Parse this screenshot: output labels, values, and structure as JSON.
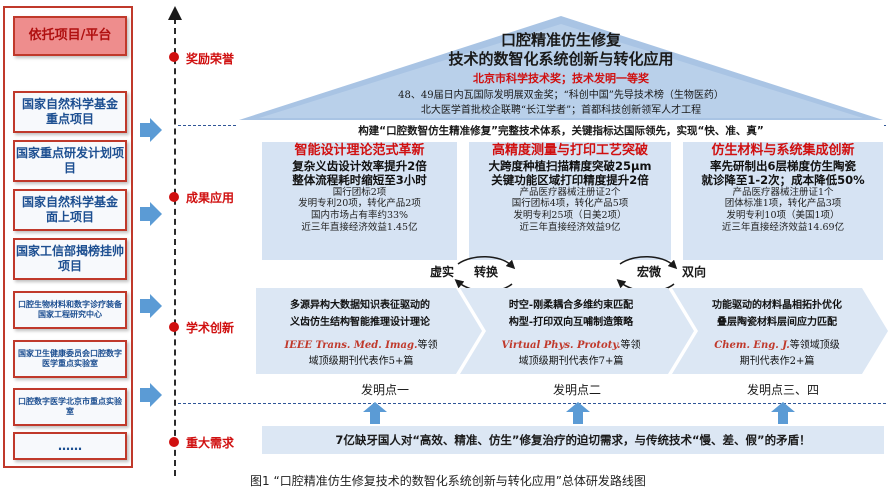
{
  "left_column": {
    "header": "依托项目/平台",
    "items": [
      "国家自然科学基金 重点项目",
      "国家重点研发计划项目",
      "国家自然科学基金 面上项目",
      "国家工信部揭榜挂帅项目",
      "口腔生物材料和数字诊疗装备 国家工程研究中心",
      "国家卫生健康委员会口腔数字医学重点实验室",
      "口腔数字医学北京市重点实验室",
      "……"
    ]
  },
  "axis": {
    "awards": "奖励荣誉",
    "results": "成果应用",
    "academic": "学术创新",
    "needs": "重大需求"
  },
  "roof": {
    "title1": "口腔精准仿生修复",
    "title2": "技术的数智化系统创新与转化应用",
    "award_red": "北京市科学技术奖；技术发明一等奖",
    "award_line2": "48、49届日内瓦国际发明展双金奖；“科创中国”先导技术榜（生物医药）",
    "award_line3": "北大医学首批校企联聘“长江学者”；首都科技创新领军人才工程"
  },
  "banner": "构建“口腔数智仿生精准修复”完整技术体系，关键指标达国际领先，实现“快、准、真”",
  "results": [
    {
      "title": "智能设计理论范式革新",
      "main": [
        "复杂义齿设计效率提升2倍",
        "整体流程耗时缩短至3小时"
      ],
      "stats": [
        "国行团标2项",
        "发明专利20项，转化产品2项",
        "国内市场占有率约33%",
        "近三年直接经济效益1.45亿"
      ]
    },
    {
      "title": "高精度测量与打印工艺突破",
      "main": [
        "大跨度种植扫描精度突破25μm",
        "关键功能区域打印精度提升2倍"
      ],
      "stats": [
        "产品医疗器械注册证2个",
        "国行团标4项，转化产品5项",
        "发明专利25项（日美2项）",
        "近三年直接经济效益9亿"
      ]
    },
    {
      "title": "仿生材料与系统集成创新",
      "main": [
        "率先研制出6层梯度仿生陶瓷",
        "就诊降至1-2次；成本降低50%"
      ],
      "stats": [
        "产品医疗器械注册证1个",
        "团体标准1项，转化产品3项",
        "发明专利10项（美国1项）",
        "近三年直接经济效益14.69亿"
      ]
    }
  ],
  "links": {
    "left": [
      "虚实",
      "转换"
    ],
    "right": [
      "宏微",
      "双向"
    ]
  },
  "academic": [
    {
      "lines": [
        "多源异构大数据知识表征驱动的",
        "义齿仿生结构智能推理设计理论"
      ],
      "journal": "IEEE Trans. Med. Imag.",
      "journal_suffix": "等领",
      "journal_line2": "域顶级期刊代表作5+篇"
    },
    {
      "lines": [
        "时空-刚柔耦合多维约束匹配",
        "构型-打印双向互哺制造策略"
      ],
      "journal": "Virtual Phys. Prototy.",
      "journal_suffix": "等领",
      "journal_line2": "域顶级期刊代表作7+篇"
    },
    {
      "lines": [
        "功能驱动的材料晶相拓扑优化",
        "叠层陶瓷材料层间应力匹配"
      ],
      "journal": "Chem. Eng. J.",
      "journal_suffix": "等领域顶级",
      "journal_line2": "期刊代表作2+篇"
    }
  ],
  "inventions": [
    "发明点一",
    "发明点二",
    "发明点三、四"
  ],
  "needs": "7亿缺牙国人对“高效、精准、仿生”修复治疗的迫切需求，与传统技术“慢、差、假”的矛盾！",
  "caption": "图1 “口腔精准仿生修复技术的数智化系统创新与转化应用”总体研发路线图",
  "colors": {
    "red": "#d01010",
    "blue": "#2f5597",
    "roof_blue": "#a9c4e4",
    "box_blue": "#d6e3f3"
  }
}
